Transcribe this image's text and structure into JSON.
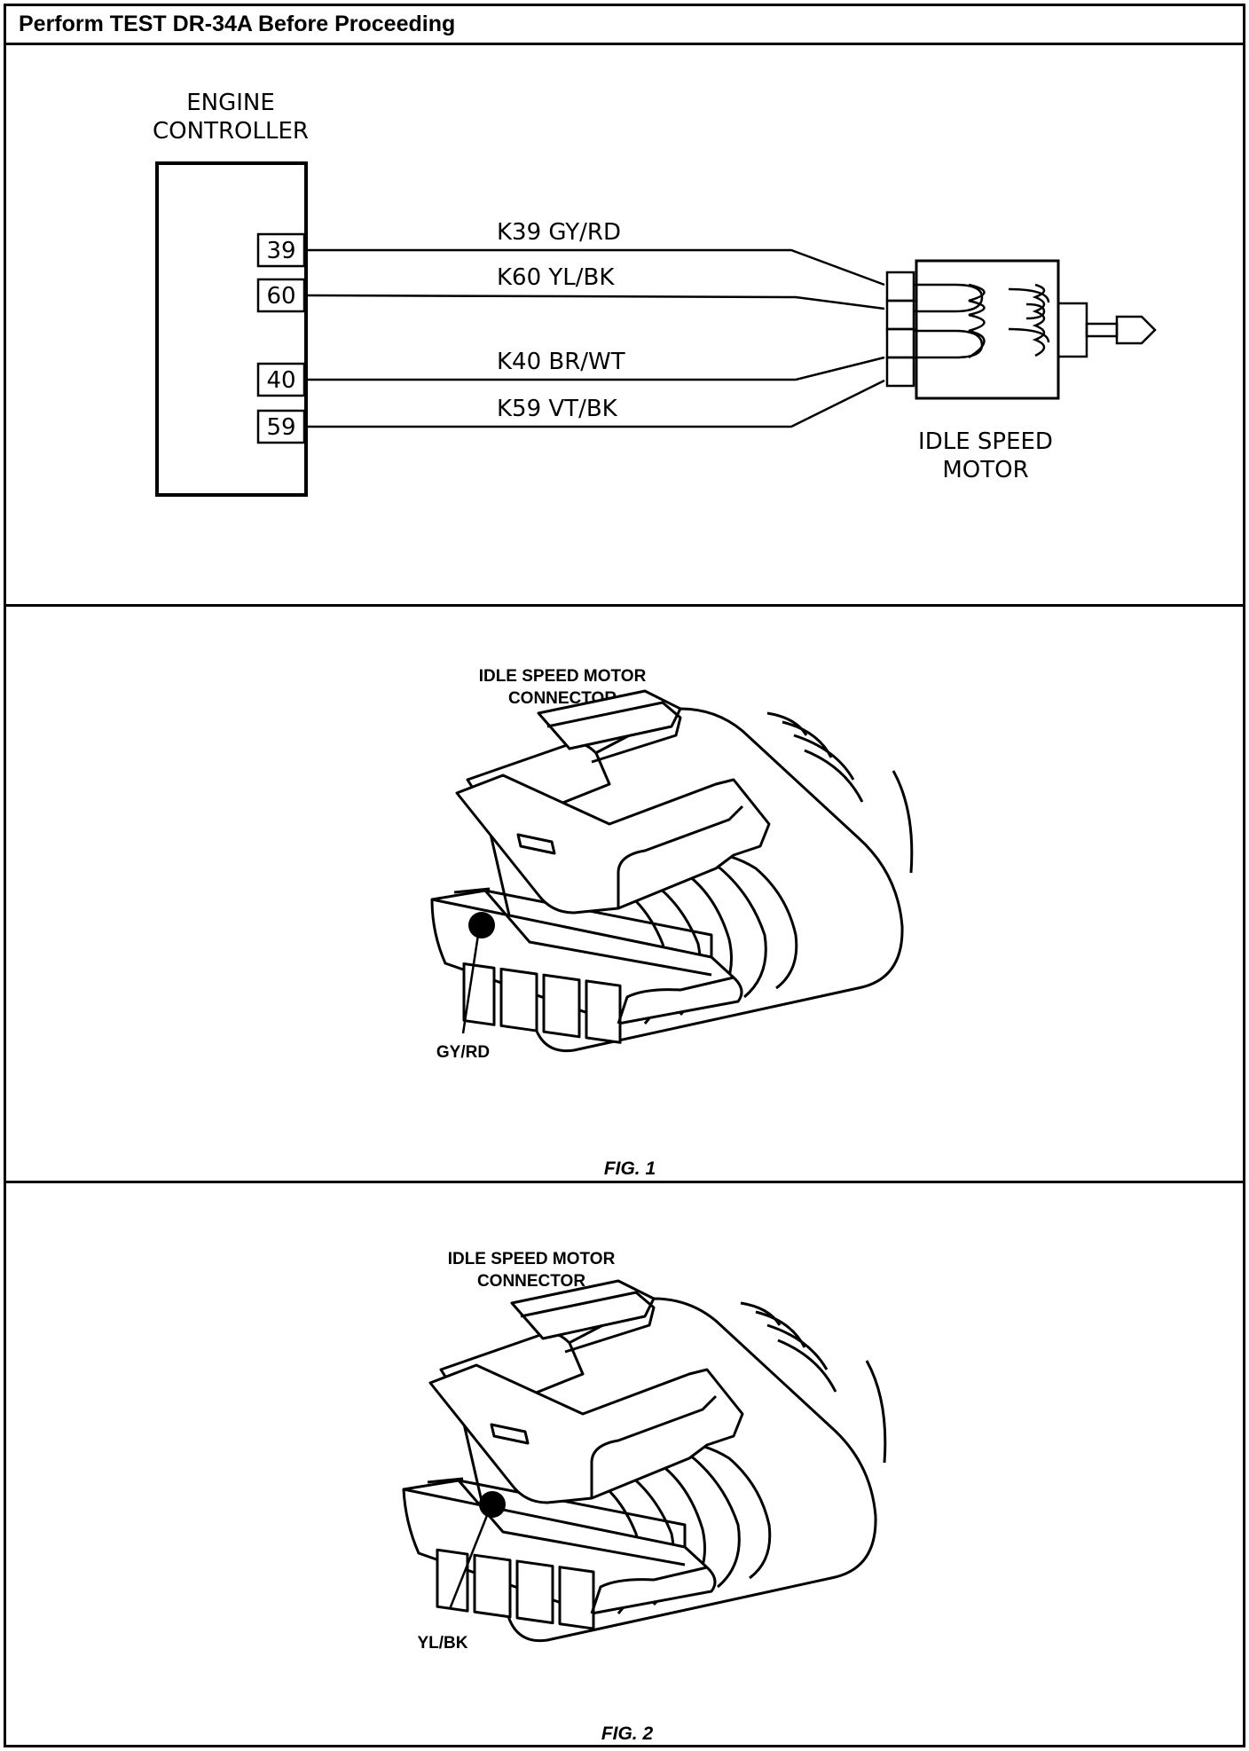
{
  "header": {
    "title": "Perform TEST DR-34A Before Proceeding"
  },
  "schematic": {
    "controller_label_line1": "ENGINE",
    "controller_label_line2": "CONTROLLER",
    "motor_label_line1": "IDLE SPEED",
    "motor_label_line2": "MOTOR",
    "pins": [
      "39",
      "60",
      "40",
      "59"
    ],
    "wires": [
      "K39  GY/RD",
      "K60  YL/BK",
      "K40  BR/WT",
      "K59  VT/BK"
    ]
  },
  "fig1": {
    "label_line1": "IDLE SPEED MOTOR",
    "label_line2": "CONNECTOR",
    "pin_label": "GY/RD",
    "caption": "FIG. 1"
  },
  "fig2": {
    "label_line1": "IDLE SPEED MOTOR",
    "label_line2": "CONNECTOR",
    "pin_label": "YL/BK",
    "caption": "FIG. 2"
  }
}
